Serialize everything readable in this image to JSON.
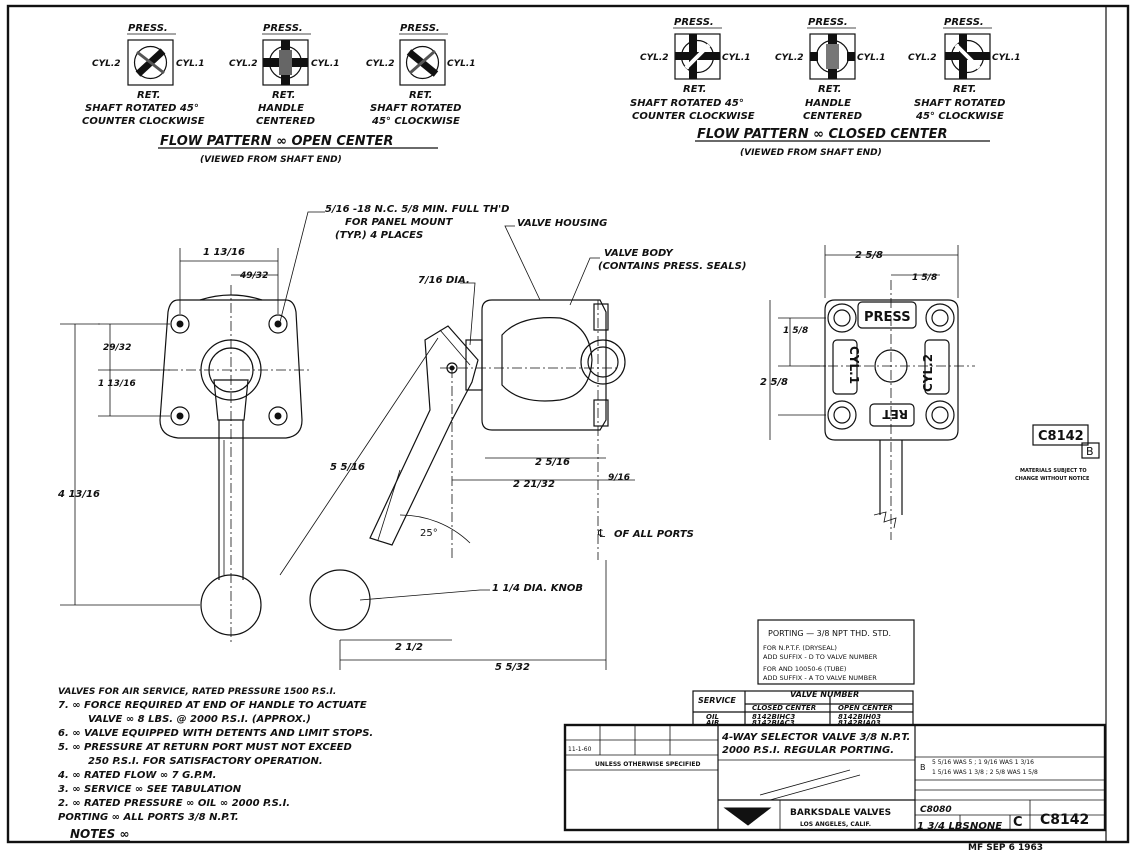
{
  "flow_open": {
    "title": "FLOW PATTERN ∞ OPEN CENTER",
    "subtitle": "(VIEWED FROM SHAFT END)",
    "valves": [
      {
        "press": "PRESS.",
        "ret": "RET.",
        "cyl_left": "CYL.2",
        "cyl_right": "CYL.1",
        "caption1": "SHAFT ROTATED 45°",
        "caption2": "COUNTER CLOCKWISE"
      },
      {
        "press": "PRESS.",
        "ret": "RET.",
        "cyl_left": "CYL.2",
        "cyl_right": "CYL.1",
        "caption1": "HANDLE",
        "caption2": "CENTERED"
      },
      {
        "press": "PRESS.",
        "ret": "RET.",
        "cyl_left": "CYL.2",
        "cyl_right": "CYL.1",
        "caption1": "SHAFT ROTATED",
        "caption2": "45° CLOCKWISE"
      }
    ]
  },
  "flow_closed": {
    "title": "FLOW PATTERN ∞ CLOSED CENTER",
    "subtitle": "(VIEWED FROM SHAFT END)",
    "valves": [
      {
        "press": "PRESS.",
        "ret": "RET.",
        "cyl_left": "CYL.2",
        "cyl_right": "CYL.1",
        "caption1": "SHAFT ROTATED 45°",
        "caption2": "COUNTER CLOCKWISE"
      },
      {
        "press": "PRESS.",
        "ret": "RET.",
        "cyl_left": "CYL.2",
        "cyl_right": "CYL.1",
        "caption1": "HANDLE",
        "caption2": "CENTERED"
      },
      {
        "press": "PRESS.",
        "ret": "RET.",
        "cyl_left": "CYL.2",
        "cyl_right": "CYL.1",
        "caption1": "SHAFT ROTATED",
        "caption2": "45° CLOCKWISE"
      }
    ]
  },
  "callouts": {
    "panel_mount_1": "5/16 -18 N.C. 5/8 MIN. FULL TH'D",
    "panel_mount_2": "FOR PANEL MOUNT",
    "panel_mount_3": "(TYP.) 4 PLACES",
    "valve_housing": "VALVE HOUSING",
    "valve_body_1": "VALVE BODY",
    "valve_body_2": "(CONTAINS PRESS. SEALS)",
    "dia_7_16": "7/16 DIA.",
    "of_all_ports": "OF ALL PORTS",
    "knob": "1 1/4 DIA. KNOB",
    "angle": "25°"
  },
  "dimensions": {
    "d1": "1 13/16",
    "d2": "49/32",
    "d3": "29/32",
    "d4": "1 13/16",
    "d5": "4 13/16",
    "d6": "5 5/16",
    "d7": "2 5/16",
    "d8": "2 21/32",
    "d9": "9/16",
    "d10": "2 1/2",
    "d11": "5 5/32",
    "d12": "2 5/8",
    "d13": "1 5/8",
    "d14": "1 5/8",
    "d15": "2 5/8"
  },
  "ports": {
    "press": "PRESS",
    "cyl1": "CYL.1",
    "cyl2": "CYL.2",
    "ret": "RET"
  },
  "drawing_id": {
    "number": "C8142",
    "rev": "B",
    "note1": "MATERIALS SUBJECT TO",
    "note2": "CHANGE WITHOUT NOTICE"
  },
  "porting_box": {
    "line1": "PORTING — 3/8 NPT THD. STD.",
    "line2": "FOR N.P.T.F. (DRYSEAL)",
    "line3": "ADD SUFFIX - D TO VALVE NUMBER",
    "line4": "FOR AND 10050-6 (TUBE)",
    "line5": "ADD SUFFIX - A TO VALVE NUMBER"
  },
  "service_table": {
    "title": "VALVE NUMBER",
    "headers": [
      "SERVICE",
      "CLOSED CENTER",
      "OPEN CENTER"
    ],
    "rows": [
      [
        "OIL",
        "8142BIHC3",
        "8142BIH03"
      ],
      [
        "AIR",
        "8142BIAC3",
        "8142RIA03"
      ]
    ]
  },
  "notes": {
    "n8": "VALVES FOR AIR SERVICE, RATED PRESSURE 1500 P.S.I.",
    "n7a": "7. ∞ FORCE REQUIRED AT END OF HANDLE TO ACTUATE",
    "n7b": "VALVE ∞ 8 LBS. @ 2000 P.S.I. (APPROX.)",
    "n6": "6. ∞ VALVE EQUIPPED WITH DETENTS AND LIMIT STOPS.",
    "n5a": "5. ∞ PRESSURE AT RETURN PORT MUST NOT EXCEED",
    "n5b": "250 P.S.I. FOR SATISFACTORY OPERATION.",
    "n4": "4. ∞ RATED FLOW ∞ 7 G.P.M.",
    "n3": "3. ∞ SERVICE ∞ SEE TABULATION",
    "n2": "2. ∞ RATED PRESSURE ∞ OIL ∞ 2000 P.S.I.",
    "n1": "PORTING ∞ ALL PORTS 3/8 N.P.T.",
    "header": "NOTES ∞"
  },
  "title_block": {
    "desc1": "4-WAY SELECTOR VALVE 3/8 N.P.T.",
    "desc2": "2000 P.S.I. REGULAR PORTING.",
    "general": "UNLESS OTHERWISE SPECIFIED",
    "company": "BARKSDALE VALVES",
    "city": "LOS ANGELES, CALIF.",
    "weight": "1 3/4 LBS.",
    "scale": "NONE",
    "size": "C",
    "number": "C8142",
    "replaces": "C8080",
    "rev_b": "B",
    "stamp": "MF SEP 6 1963",
    "dates": "11-1-60"
  }
}
